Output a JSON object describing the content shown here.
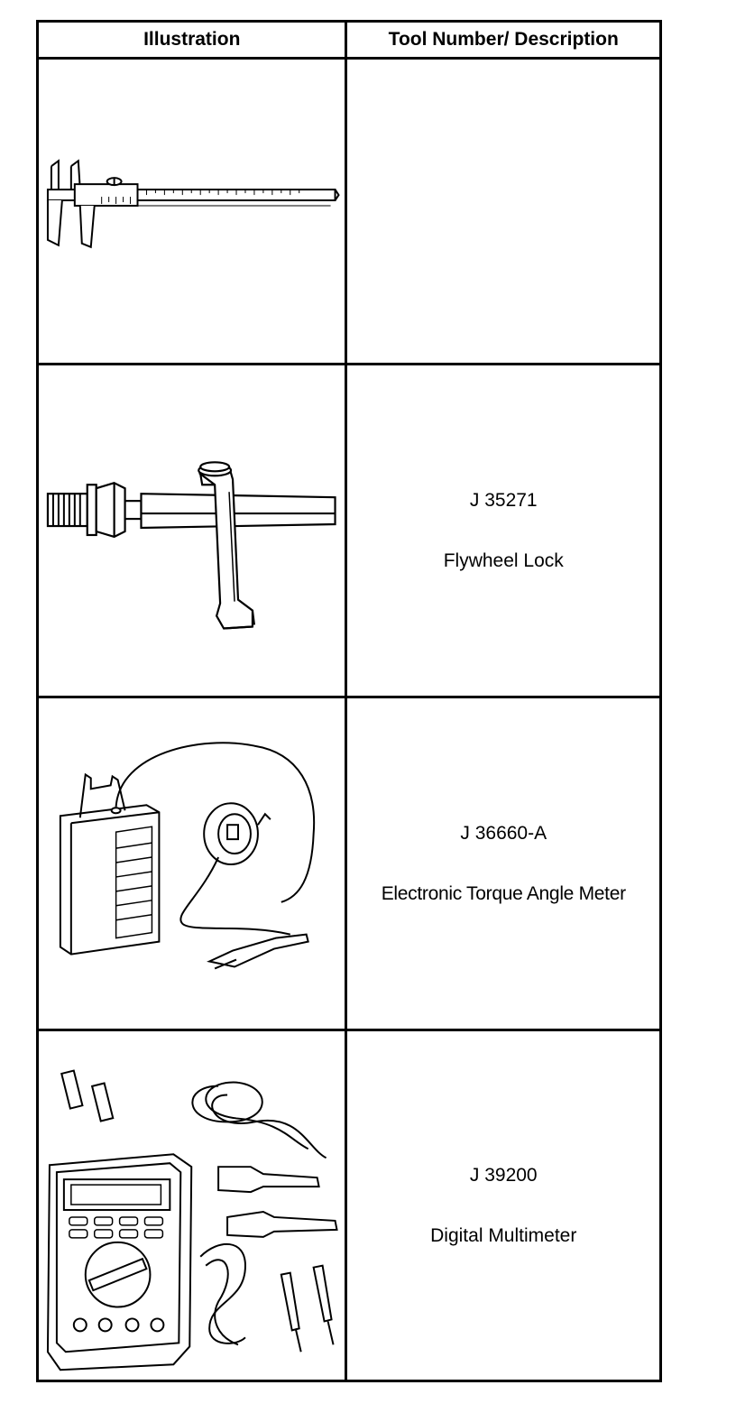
{
  "table": {
    "headers": {
      "illustration": "Illustration",
      "description": "Tool Number/ Description"
    },
    "rows": [
      {
        "illustration_icon": "caliper-icon",
        "number": "",
        "description": ""
      },
      {
        "illustration_icon": "flywheel-lock-icon",
        "number": "J 35271",
        "description": "Flywheel Lock"
      },
      {
        "illustration_icon": "torque-angle-meter-icon",
        "number": "J 36660-A",
        "description": "Electronic Torque Angle Meter"
      },
      {
        "illustration_icon": "digital-multimeter-icon",
        "number": "J 39200",
        "description": "Digital Multimeter"
      }
    ]
  }
}
